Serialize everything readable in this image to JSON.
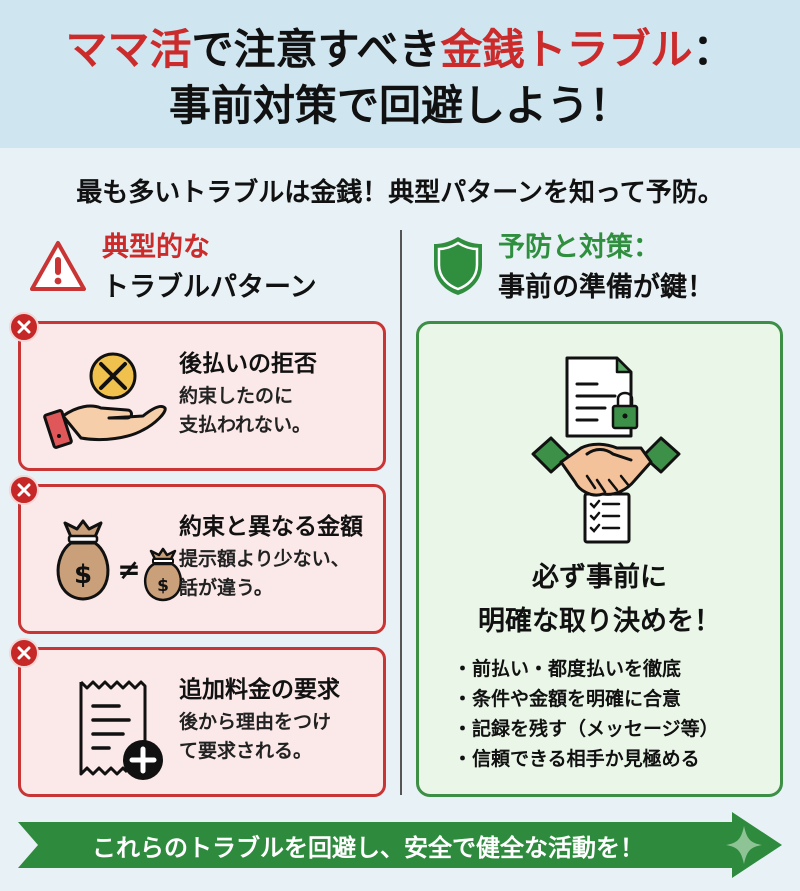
{
  "header": {
    "title_line1": [
      {
        "text": "ママ活",
        "color": "red"
      },
      {
        "text": "で注意すべき",
        "color": "black"
      },
      {
        "text": "金銭トラブル",
        "color": "red"
      },
      {
        "text": "：",
        "color": "black"
      }
    ],
    "title_line2": "事前対策で回避しよう！"
  },
  "subtitle": "最も多いトラブルは金銭！典型パターンを知って予防。",
  "left_column": {
    "heading_line1": "典型的な",
    "heading_line2": "トラブルパターン",
    "icon": "warning-triangle-icon",
    "cards": [
      {
        "title": "後払いの拒否",
        "desc_line1": "約束したのに",
        "desc_line2": "支払われない。",
        "icon": "hand-coin-refused-icon"
      },
      {
        "title": "約束と異なる金額",
        "desc_line1": "提示額より少ない、",
        "desc_line2": "話が違う。",
        "icon": "money-bags-not-equal-icon",
        "symbol": "≠",
        "currency": "$"
      },
      {
        "title": "追加料金の要求",
        "desc_line1": "後から理由をつけ",
        "desc_line2": "て要求される。",
        "icon": "receipt-plus-icon"
      }
    ]
  },
  "right_column": {
    "heading_line1": "予防と対策：",
    "heading_line2": "事前の準備が鍵！",
    "icon": "shield-icon",
    "card": {
      "illustration": "handshake-contract-checklist-icon",
      "headline_line1": "必ず事前に",
      "headline_line2": "明確な取り決めを！",
      "bullets": [
        "前払い・都度払いを徹底",
        "条件や金額を明確に合意",
        "記録を残す（メッセージ等）",
        "信頼できる相手か見極める"
      ]
    }
  },
  "banner": {
    "text": "これらのトラブルを回避し、安全で健全な活動を！",
    "icon": "sparkle-icon"
  },
  "colors": {
    "header_bg": "#cfe6f1",
    "page_bg": "#e8f1f5",
    "accent_red": "#cc2b2b",
    "accent_green": "#2f8f3f",
    "card_red_bg": "#fbe8e8",
    "card_green_bg": "#eaf7e8",
    "banner_green": "#2e8b3e"
  }
}
